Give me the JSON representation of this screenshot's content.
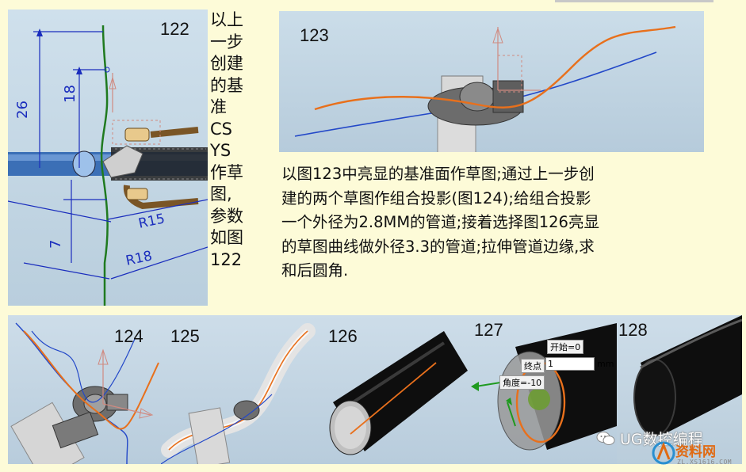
{
  "figures": {
    "f122": {
      "number": "122",
      "dims": {
        "d26": "26",
        "d18": "18",
        "d7": "7",
        "r15": "R15",
        "r18": "R18"
      }
    },
    "f123": {
      "number": "123"
    },
    "f124": {
      "number": "124"
    },
    "f125": {
      "number": "125"
    },
    "f126": {
      "number": "126"
    },
    "f127": {
      "number": "127",
      "start_label": "开始",
      "start_value": "0",
      "end_label": "终点",
      "end_value": "1",
      "end_unit": "mm",
      "angle_label": "角度",
      "angle_value": "-10"
    },
    "f128": {
      "number": "128"
    }
  },
  "side_text": [
    "以上",
    "一步",
    "创建",
    "的基",
    "准",
    "CS",
    "YS",
    "作草",
    "图,",
    "参数",
    "如图",
    "122"
  ],
  "description": [
    "以图123中亮显的基准面作草图;通过上一步创",
    "建的两个草图作组合投影(图124);给组合投影",
    "一个外径为2.8MM的管道;接着选择图126亮显",
    "的草图曲线做外径3.3的管道;拉伸管道边缘,求",
    "和后圆角."
  ],
  "watermark": {
    "text": "UG数控编程"
  },
  "logo": {
    "title": "资料网",
    "sub": "ZL.XS1616.COM"
  },
  "colors": {
    "orange_curve": "#e8701c",
    "blue_curve": "#2348c8",
    "green_curve": "#1f7a1f",
    "tube_black": "#0e0e0e"
  }
}
